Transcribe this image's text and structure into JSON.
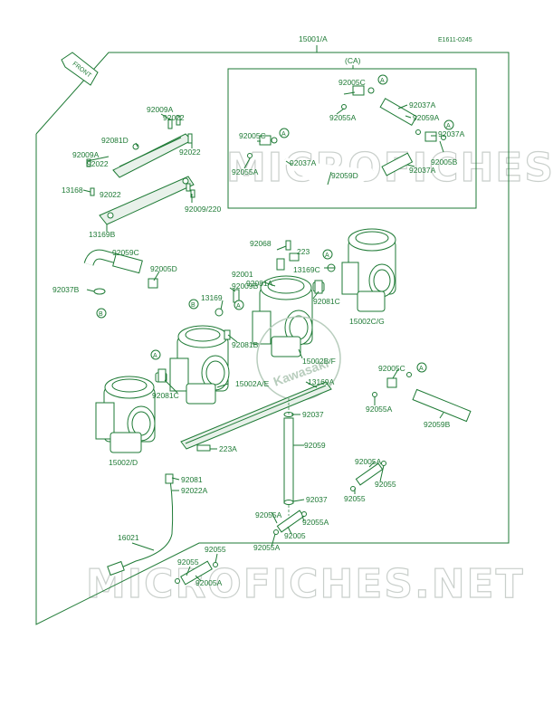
{
  "diagram": {
    "code": "E1611-0245",
    "assembly_label": "15001/A",
    "sub_assembly_label": "(CA)",
    "front_label": "FRONT",
    "watermark": "MICROFICHES.NET",
    "logo_text": "Kawasaki",
    "callout_a": "A",
    "callout_b": "B",
    "labels": {
      "l92009A": "92009A",
      "l92022a": "92022",
      "l92081D": "92081D",
      "l92009A2": "92009A",
      "l92022b": "92022",
      "l92022c": "92022",
      "l13168": "13168",
      "l92022d": "92022",
      "l92009_220": "92009/220",
      "l13169B": "13169B",
      "l92059C": "92059C",
      "l92005D": "92005D",
      "l92037B": "92037B",
      "l92005Ca": "92005C",
      "l92055Aa": "92055A",
      "l92037Aa": "92037A",
      "l92059A": "92059A",
      "l92005Cb": "92005C",
      "l92055Ab": "92055A",
      "l92037Ab": "92037A",
      "l92059D": "92059D",
      "l92037Ac": "92037A",
      "l92005B": "92005B",
      "l92037Ad": "92037A",
      "l92068": "92068",
      "l223": "223",
      "l92001": "92001",
      "l13169C": "13169C",
      "l92009B": "92009B",
      "l92081A": "92081A",
      "l13169": "13169",
      "l92081C_r": "92081C",
      "l15002CG": "15002C/G",
      "l92081B": "92081B",
      "l15002BF": "15002B/F",
      "l15002AE": "15002A/E",
      "l13169A": "13169A",
      "l92081C_l": "92081C",
      "l15002D": "15002/D",
      "l92005Cc": "92005C",
      "l92055Ac": "92055A",
      "l92059B": "92059B",
      "l92037a": "92037",
      "l92059": "92059",
      "l223A": "223A",
      "l92081": "92081",
      "l92022A": "92022A",
      "l92005A_r": "92005A",
      "l92055_r": "92055",
      "l92055_r2": "92055",
      "l92037b": "92037",
      "l92055Ad": "92055A",
      "l92055Ae": "92055A",
      "l92005": "92005",
      "l92055A_f": "92055A",
      "l16021": "16021",
      "l92055_b": "92055",
      "l92055_b2": "92055",
      "l92005A_b": "92005A"
    }
  }
}
